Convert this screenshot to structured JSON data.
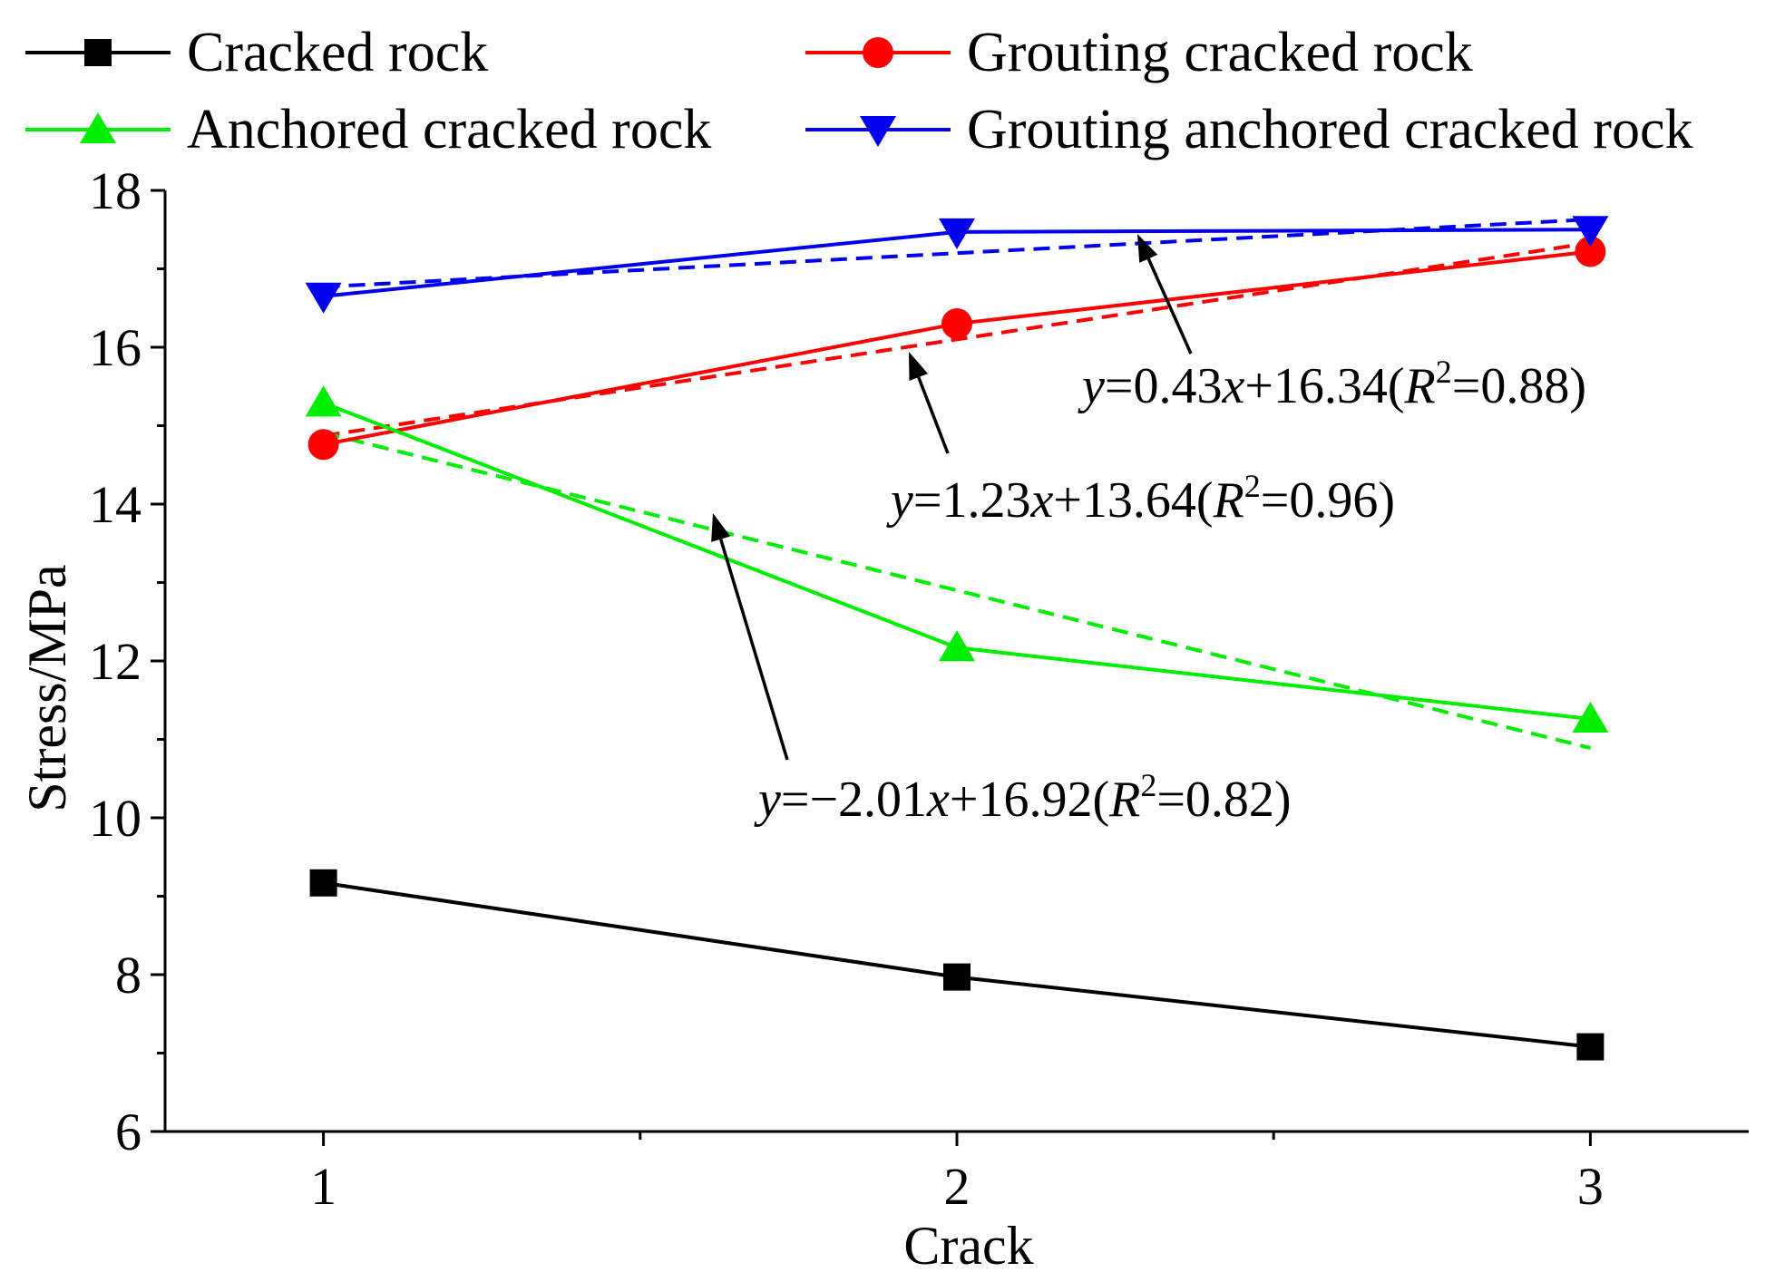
{
  "chart_data": {
    "type": "line",
    "xlabel": "Crack",
    "ylabel": "Stress/MPa",
    "x": [
      1,
      2,
      3
    ],
    "xlim": [
      0.75,
      3.25
    ],
    "ylim": [
      6,
      18
    ],
    "xticks": [
      1,
      2,
      3
    ],
    "yticks": [
      6,
      8,
      10,
      12,
      14,
      16,
      18
    ],
    "grid": false,
    "legend_position": "top",
    "series": [
      {
        "name": "Cracked rock",
        "values": [
          9.17,
          7.97,
          7.08
        ],
        "color": "#000000",
        "marker": "square"
      },
      {
        "name": "Grouting cracked rock",
        "values": [
          14.76,
          16.3,
          17.22
        ],
        "color": "#ff0000",
        "marker": "circle"
      },
      {
        "name": "Anchored cracked rock",
        "values": [
          15.29,
          12.17,
          11.26
        ],
        "color": "#00ee00",
        "marker": "triangle-up"
      },
      {
        "name": "Grouting anchored cracked rock",
        "values": [
          16.65,
          17.47,
          17.5
        ],
        "color": "#0000ee",
        "marker": "triangle-down"
      }
    ],
    "fits": [
      {
        "series": "Grouting cracked rock",
        "slope": 1.23,
        "intercept": 13.64,
        "color": "#ff0000",
        "equation": {
          "pre": "=1.23",
          "mid": "+13.64(",
          "r2": "=0.96)"
        }
      },
      {
        "series": "Anchored cracked rock",
        "slope": -2.01,
        "intercept": 16.92,
        "color": "#00ee00",
        "equation": {
          "pre": "=−2.01",
          "mid": "+16.92(",
          "r2": "=0.82)"
        }
      },
      {
        "series": "Grouting anchored cracked rock",
        "slope": 0.43,
        "intercept": 16.34,
        "color": "#0000ee",
        "equation": {
          "pre": "=0.43",
          "mid": "+16.34(",
          "r2": "=0.88)"
        }
      }
    ],
    "equation_symbols": {
      "y": "y",
      "x": "x",
      "r": "R",
      "sup": "2"
    }
  }
}
